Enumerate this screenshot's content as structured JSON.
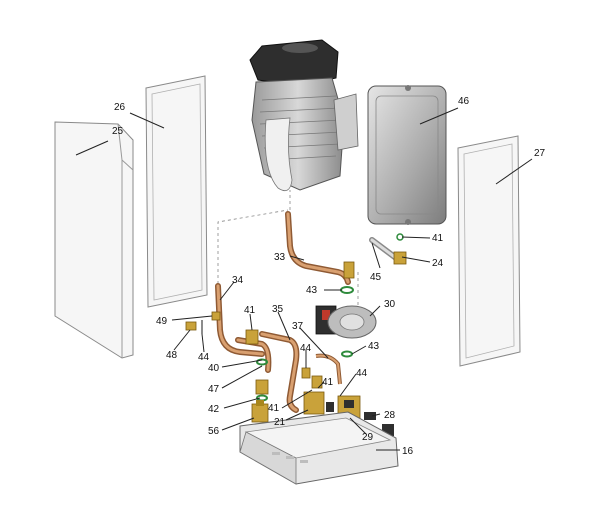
{
  "colors": {
    "panel_fill": "#f4f4f4",
    "panel_stroke": "#8a8a8a",
    "copper": "#c98a5a",
    "copper_dark": "#8f5a34",
    "brass": "#c9a23a",
    "dark_plastic": "#2f2f2f",
    "metal_grey": "#bdbdbd",
    "leader": "#222222",
    "green_seal": "#2e8b3c"
  },
  "parts": [
    {
      "id": "p25",
      "label": "25"
    },
    {
      "id": "p26",
      "label": "26"
    },
    {
      "id": "p46",
      "label": "46"
    },
    {
      "id": "p27",
      "label": "27"
    },
    {
      "id": "p41a",
      "label": "41"
    },
    {
      "id": "p24",
      "label": "24"
    },
    {
      "id": "p45",
      "label": "45"
    },
    {
      "id": "p33",
      "label": "33"
    },
    {
      "id": "p43a",
      "label": "43"
    },
    {
      "id": "p34",
      "label": "34"
    },
    {
      "id": "p49",
      "label": "49"
    },
    {
      "id": "p48",
      "label": "48"
    },
    {
      "id": "p44a",
      "label": "44"
    },
    {
      "id": "p41b",
      "label": "41"
    },
    {
      "id": "p35",
      "label": "35"
    },
    {
      "id": "p30",
      "label": "30"
    },
    {
      "id": "p37",
      "label": "37"
    },
    {
      "id": "p43b",
      "label": "43"
    },
    {
      "id": "p40",
      "label": "40"
    },
    {
      "id": "p44b",
      "label": "44"
    },
    {
      "id": "p47",
      "label": "47"
    },
    {
      "id": "p41c",
      "label": "41"
    },
    {
      "id": "p44c",
      "label": "44"
    },
    {
      "id": "p42",
      "label": "42"
    },
    {
      "id": "p41d",
      "label": "41"
    },
    {
      "id": "p21",
      "label": "21"
    },
    {
      "id": "p28",
      "label": "28"
    },
    {
      "id": "p56",
      "label": "56"
    },
    {
      "id": "p29",
      "label": "29"
    },
    {
      "id": "p16",
      "label": "16"
    }
  ]
}
